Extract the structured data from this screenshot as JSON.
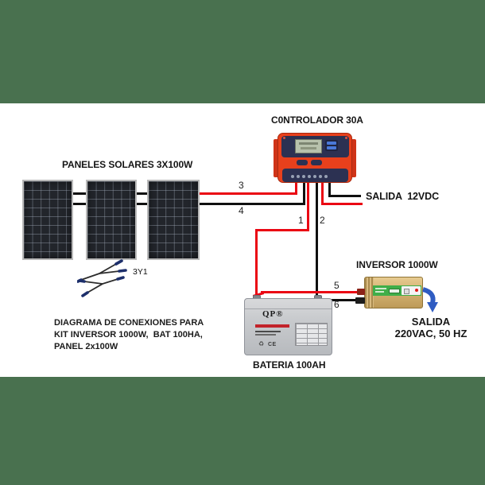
{
  "diagram": {
    "solar_panels": {
      "title": "PANELES SOLARES 3X100W",
      "branch_connector_label": "3Y1"
    },
    "controller": {
      "title": "C0NTROLADOR 30A"
    },
    "battery": {
      "title": "BATERIA 100AH",
      "brand": "QP®",
      "ce_mark": "CE",
      "recycle_glyph": "♻"
    },
    "inverter": {
      "title": "INVERSOR 1000W"
    },
    "dc_output": {
      "label": "SALIDA  12VDC"
    },
    "ac_output": {
      "line1": "SALIDA",
      "line2": "220VAC, 50 HZ"
    },
    "wire_labels": {
      "pv_positive": "3",
      "pv_negative": "4",
      "bat_positive": "1",
      "bat_negative": "2",
      "inv_positive": "5",
      "inv_negative": "6"
    },
    "notes": {
      "line1": "DIAGRAMA DE CONEXIONES PARA",
      "line2": "KIT INVERSOR 1000W,  BAT 100HA,",
      "line3": "PANEL 2x100W"
    },
    "colors": {
      "frame_green": "#49714F",
      "canvas_white": "#ffffff",
      "wire_red": "#EA0613",
      "wire_black": "#101010",
      "controller_body_red": "#E8401C",
      "controller_panel_navy": "#2C3152",
      "inverter_gold": "#D4B273",
      "inverter_strip_green": "#3FAE49",
      "battery_grey": "#C9CBCE",
      "arrow_blue": "#2F5CC2"
    }
  }
}
